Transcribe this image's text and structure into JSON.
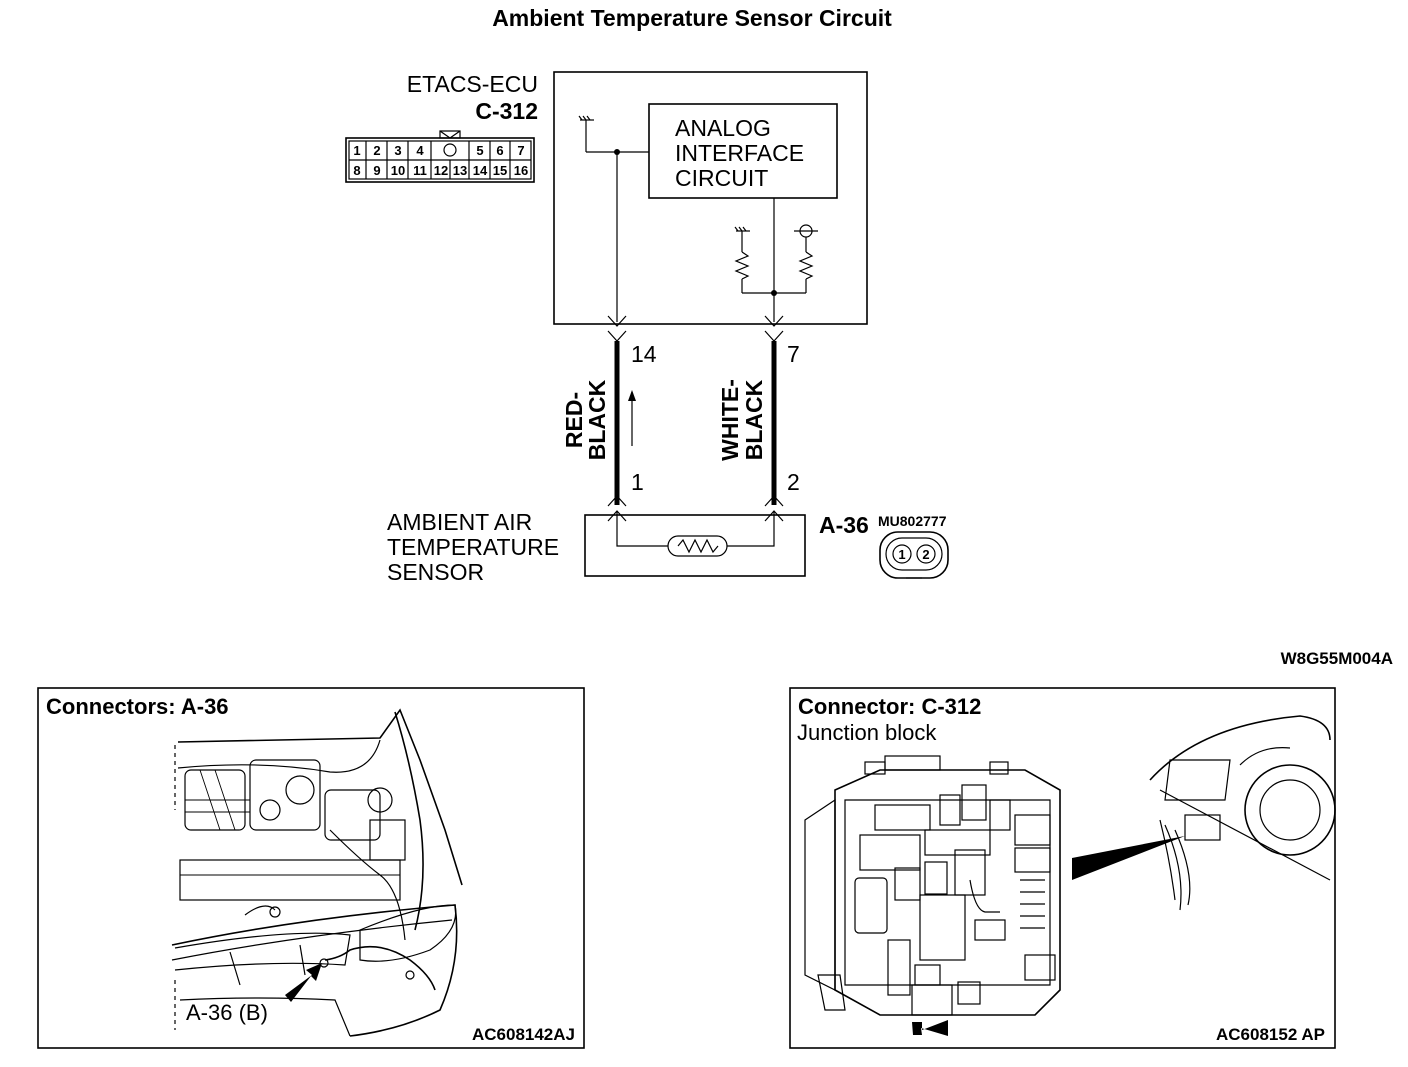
{
  "diagram": {
    "title": "Ambient Temperature Sensor Circuit",
    "ecu": {
      "name": "ETACS-ECU",
      "connector": "C-312",
      "pins_top": [
        "1",
        "2",
        "3",
        "4",
        "5",
        "6",
        "7"
      ],
      "pins_bottom": [
        "8",
        "9",
        "10",
        "11",
        "12",
        "13",
        "14",
        "15",
        "16"
      ],
      "interface_lines": [
        "ANALOG",
        "INTERFACE",
        "CIRCUIT"
      ]
    },
    "wires": [
      {
        "ecu_pin": "14",
        "color_lines": [
          "RED-",
          "BLACK"
        ],
        "sensor_pin": "1"
      },
      {
        "ecu_pin": "7",
        "color_lines": [
          "WHITE-",
          "BLACK"
        ],
        "sensor_pin": "2"
      }
    ],
    "sensor": {
      "name_lines": [
        "AMBIENT AIR",
        "TEMPERATURE",
        "SENSOR"
      ],
      "connector": "A-36",
      "part_number": "MU802777",
      "pins": [
        "1",
        "2"
      ]
    },
    "figure_code": "W8G55M004A"
  },
  "panels": {
    "left": {
      "title": "Connectors: A-36",
      "callout": "A-36 (B)",
      "code": "AC608142AJ"
    },
    "right": {
      "title": "Connector: C-312",
      "subtitle": "Junction block",
      "code": "AC608152 AP"
    }
  }
}
